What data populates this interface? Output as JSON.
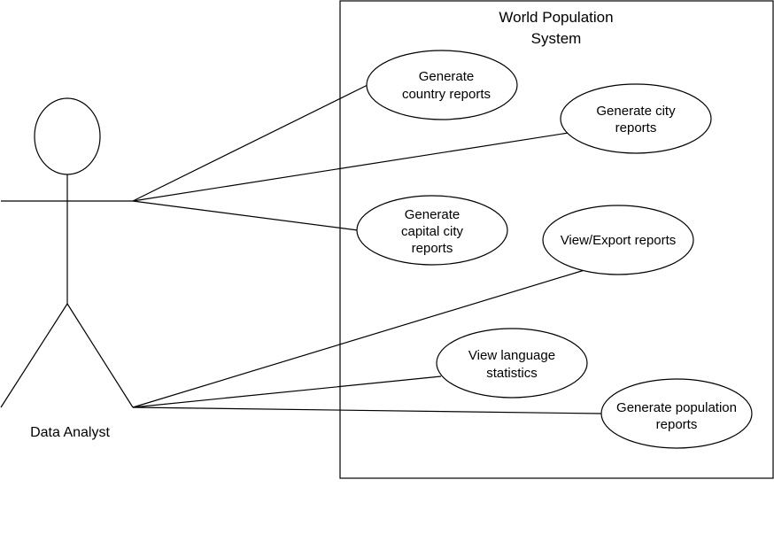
{
  "system": {
    "title_line1": "World Population",
    "title_line2": "System"
  },
  "actor": {
    "name": "Data Analyst"
  },
  "use_cases": [
    {
      "id": "country",
      "lines": [
        "Generate",
        "country reports"
      ]
    },
    {
      "id": "city",
      "lines": [
        "Generate city",
        "reports"
      ]
    },
    {
      "id": "capital",
      "lines": [
        "Generate",
        "capital city",
        "reports"
      ]
    },
    {
      "id": "export",
      "lines": [
        "View/Export reports"
      ]
    },
    {
      "id": "language",
      "lines": [
        "View language",
        "statistics"
      ]
    },
    {
      "id": "population",
      "lines": [
        "Generate population",
        "reports"
      ]
    }
  ]
}
